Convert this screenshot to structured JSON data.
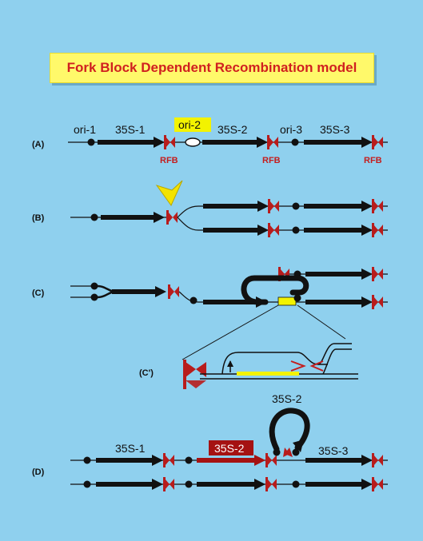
{
  "title": "Fork Block Dependent Recombination model",
  "panels": {
    "A": "(A)",
    "B": "(B)",
    "C": "(C)",
    "Cp": "(C')",
    "D": "(D)"
  },
  "labels": {
    "ori1": "ori-1",
    "ori2": "ori-2",
    "ori3": "ori-3",
    "s1": "35S-1",
    "s2": "35S-2",
    "s3": "35S-3",
    "rfb": "RFB",
    "d_s1": "35S-1",
    "d_s2_red": "35S-2",
    "d_s2_loop": "35S-2",
    "d_s3": "35S-3"
  },
  "colors": {
    "background": "#8fd0ee",
    "title_bg": "#fff96a",
    "title_text": "#d02020",
    "rfb_red": "#b81c1c",
    "highlight_yellow": "#f3f300",
    "arrow_red": "#a51212",
    "black": "#111111"
  }
}
